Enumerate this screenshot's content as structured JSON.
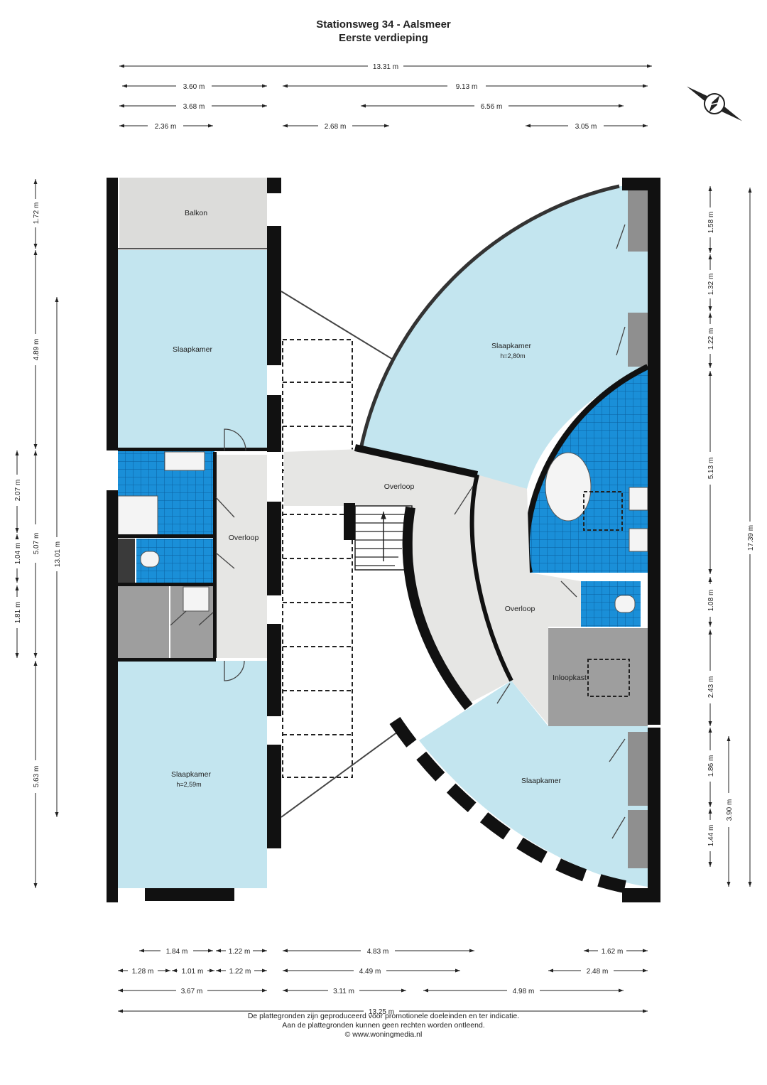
{
  "header": {
    "address": "Stationsweg 34 - Aalsmeer",
    "floor": "Eerste verdieping"
  },
  "rooms": {
    "balkon": "Balkon",
    "slaapkamer_left_top": "Slaapkamer",
    "slaapkamer_left_bottom": "Slaapkamer",
    "slaapkamer_left_bottom_height": "h=2,59m",
    "slaapkamer_right_top": "Slaapkamer",
    "slaapkamer_right_top_height": "h=2,80m",
    "slaapkamer_right_bottom": "Slaapkamer",
    "overloop_left": "Overloop",
    "overloop_center": "Overloop",
    "overloop_right": "Overloop",
    "inloopkast": "Inloopkast"
  },
  "dimensions": {
    "top": [
      "13.31 m",
      "3.60 m",
      "9.13 m",
      "3.68 m",
      "6.56 m",
      "2.36 m",
      "2.68 m",
      "3.05 m"
    ],
    "bottom": [
      "1.84 m",
      "1.22 m",
      "4.83 m",
      "1.62 m",
      "1.28 m",
      "1.01 m",
      "1.22 m",
      "4.49 m",
      "2.48 m",
      "3.67 m",
      "3.11 m",
      "4.98 m",
      "13.25 m"
    ],
    "left": [
      "1.72 m",
      "4.89 m",
      "2.07 m",
      "1.04 m",
      "1.81 m",
      "5.63 m",
      "5.07 m",
      "13.01 m"
    ],
    "right": [
      "1.58 m",
      "1.32 m",
      "1.22 m",
      "5.13 m",
      "1.08 m",
      "2.43 m",
      "1.86 m",
      "1.44 m",
      "3.90 m",
      "17.39 m"
    ]
  },
  "footer": {
    "line1": "De plattegronden zijn geproduceerd voor promotionele doeleinden en ter indicatie.",
    "line2": "Aan de plattegronden kunnen geen rechten worden ontleend.",
    "line3": "© www.woningmedia.nl"
  },
  "colors": {
    "room_blue": "#c3e5ef",
    "tile_blue": "#1a8fd8",
    "hall_grey": "#e6e6e4",
    "closet_grey": "#9e9e9e",
    "wall": "#111111"
  }
}
